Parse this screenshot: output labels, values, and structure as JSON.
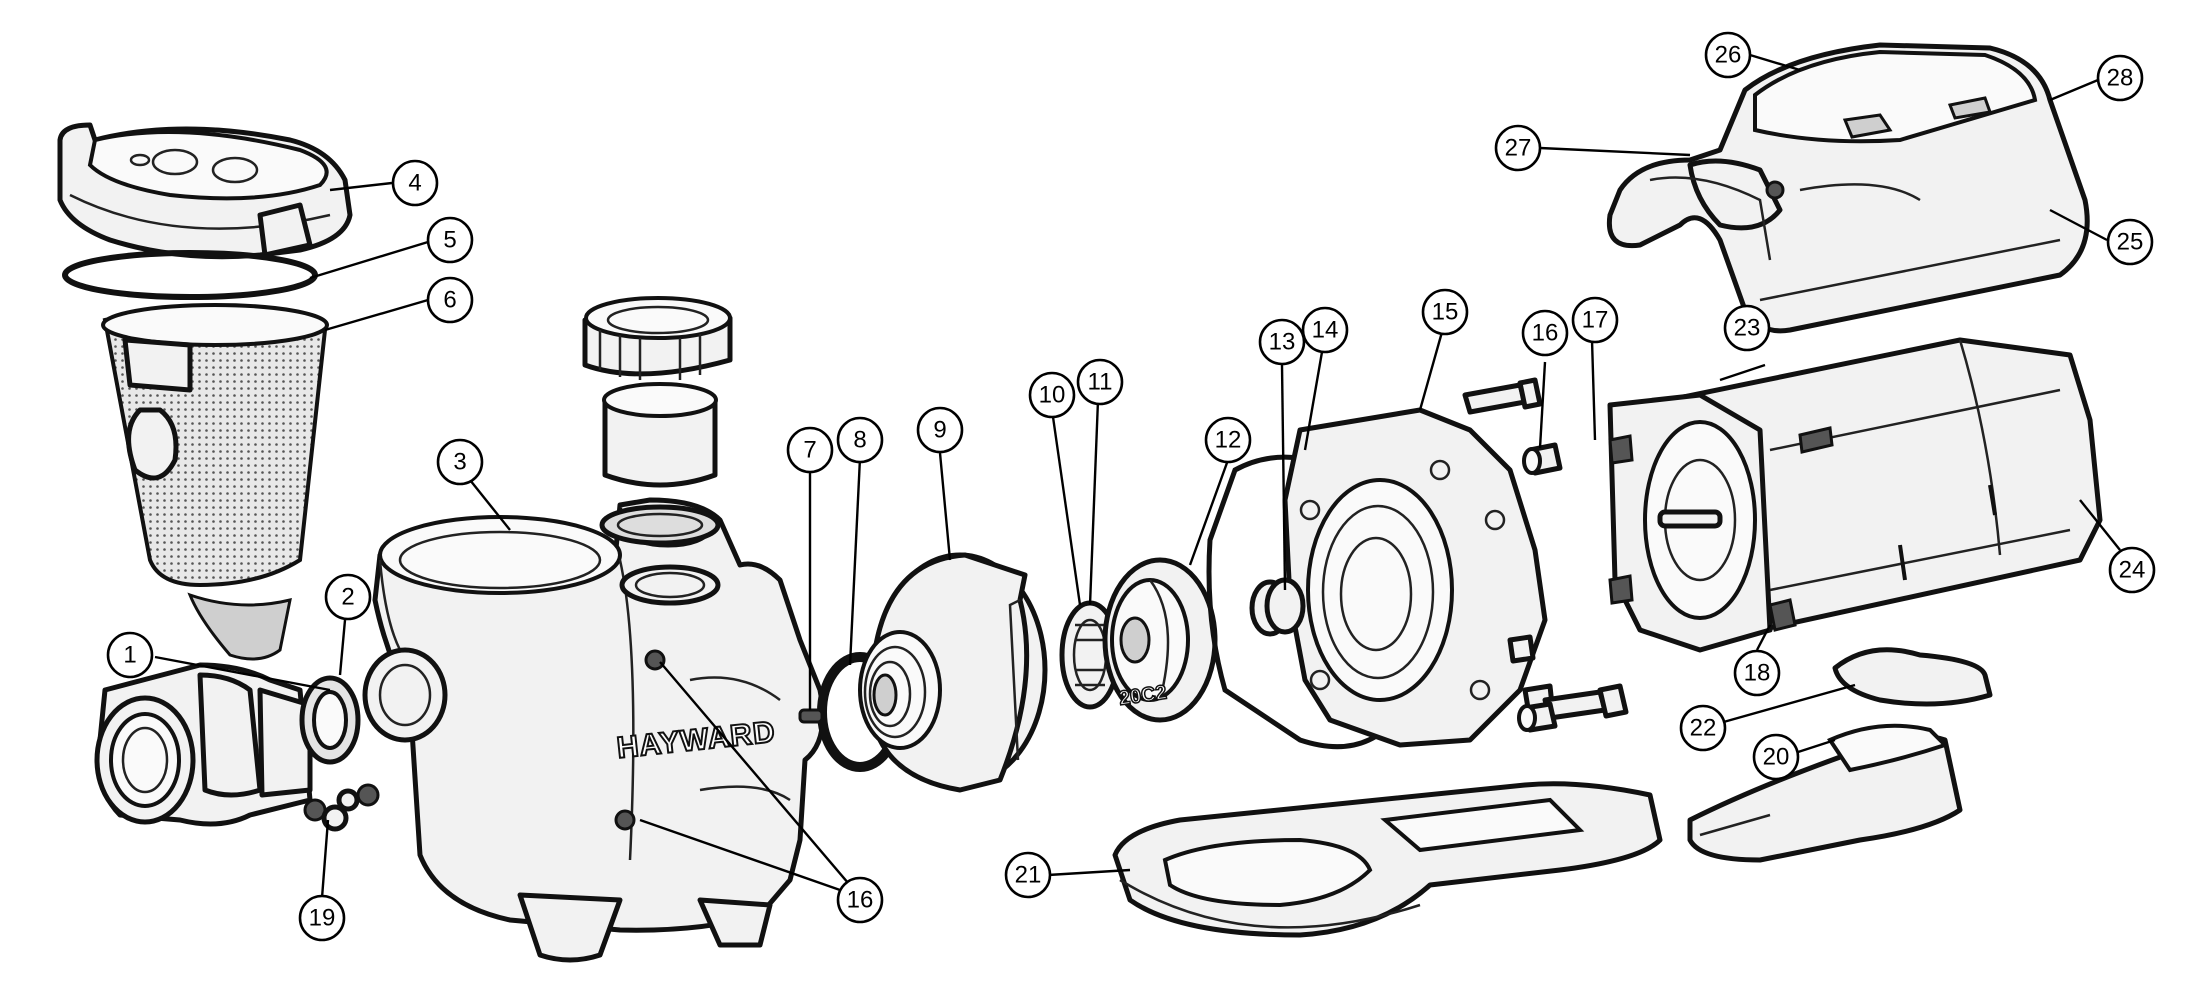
{
  "diagram": {
    "brand_label": "HAYWARD",
    "impeller_stamp": "20C2",
    "callouts": [
      {
        "id": "c1",
        "label": "1"
      },
      {
        "id": "c2",
        "label": "2"
      },
      {
        "id": "c3",
        "label": "3"
      },
      {
        "id": "c4",
        "label": "4"
      },
      {
        "id": "c5",
        "label": "5"
      },
      {
        "id": "c6",
        "label": "6"
      },
      {
        "id": "c7",
        "label": "7"
      },
      {
        "id": "c8",
        "label": "8"
      },
      {
        "id": "c9",
        "label": "9"
      },
      {
        "id": "c10",
        "label": "10"
      },
      {
        "id": "c11",
        "label": "11"
      },
      {
        "id": "c12",
        "label": "12"
      },
      {
        "id": "c13",
        "label": "13"
      },
      {
        "id": "c14",
        "label": "14"
      },
      {
        "id": "c15",
        "label": "15"
      },
      {
        "id": "c16a",
        "label": "16"
      },
      {
        "id": "c16b",
        "label": "16"
      },
      {
        "id": "c17",
        "label": "17"
      },
      {
        "id": "c18",
        "label": "18"
      },
      {
        "id": "c19",
        "label": "19"
      },
      {
        "id": "c20",
        "label": "20"
      },
      {
        "id": "c21",
        "label": "21"
      },
      {
        "id": "c22",
        "label": "22"
      },
      {
        "id": "c23",
        "label": "23"
      },
      {
        "id": "c24",
        "label": "24"
      },
      {
        "id": "c25",
        "label": "25"
      },
      {
        "id": "c26",
        "label": "26"
      },
      {
        "id": "c27",
        "label": "27"
      },
      {
        "id": "c28",
        "label": "28"
      }
    ]
  }
}
